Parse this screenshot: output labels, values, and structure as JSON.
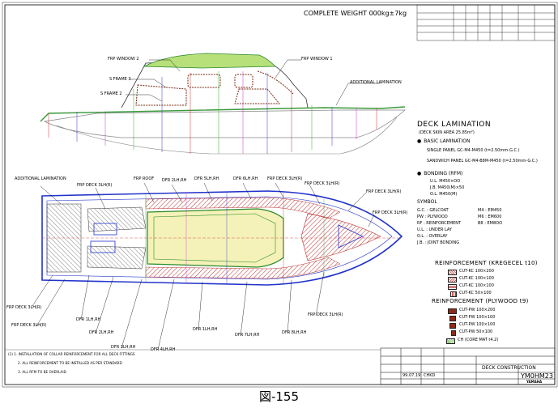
{
  "header": {
    "complete_weight": "COMPLETE WEIGHT 000kg±7kg"
  },
  "callouts": {
    "frp_window_2": "FRP WINDOW 2",
    "frp_window_1": "FRP WINDOW 1",
    "s_frame_3": "S FRAME 3",
    "s_frame_2": "S FRAME 2",
    "additional_lamination_top": "ADDITIONAL LAMINATION",
    "additional_lamination_left": "ADDITIONAL LAMINATION",
    "frp_deck_a": "FRP DECK 3LH(R)",
    "frp_roof": "FRP ROOF",
    "dfr_2lhrh_a": "DFR 2LH,RH",
    "dfr_5lhrh": "DFR 5LH,RH",
    "dfr_6lhrh": "DFR 6LH,RH",
    "frp_deck_b": "FRP DECK 3LH(R)",
    "frp_deck_c": "FRP DECK 3LH(R)",
    "frp_deck_d": "FRP DECK 3LH(R)",
    "frp_deck_e": "FRP DECK 3LH(R)",
    "frp_deck_f": "FRP DECK 3LH(R)",
    "dfr_1lhrh_a": "DFR 1LH,RH",
    "dfr_2lhrh_b": "DFR 2LH,RH",
    "dfr_3lhrh": "DFR 3LH,RH",
    "dfr_4lhrh": "DFR 4LH,RH",
    "dfr_1lhrh_b": "DFR 1LH,RH",
    "dfr_7lhrh": "DFR 7LH,RH",
    "dfr_8lhrh": "DFR 8LH,RH"
  },
  "specs": {
    "title": "DECK LAMINATION",
    "deck_area": "(DECK SKIN AREA   25.85m²)",
    "basic_lamination": "BASIC LAMINATION",
    "single_panel": "SINGLE PANEL    GC-M4-M450   (t=2.50mm-G.C.)",
    "sandwich_panel": "SANDWICH PANEL    GC-M4-B8M-M450 (t=2.50mm-G.C.)",
    "bonding": "BONDING (RFM)",
    "ul": "U.L.   M450×OO",
    "jb": "J.B.   M450(M)×50",
    "ol": "O.L.   M450(M)",
    "symbol": "SYMBOL",
    "sym_gc": "G.C. : GELCOAT",
    "sym_m4": "M4 : EM450",
    "sym_pw": "PW : PLYWOOD",
    "sym_m6": "M6 : EM600",
    "sym_rf": "RF : REINFORCEMENT",
    "sym_b8": "B8 : EM8OO",
    "sym_ul": "U.L. : UNDER LAY",
    "sym_ol": "O.L. : OVERLAY",
    "sym_jb": "J.B. : JOINT BONDING"
  },
  "reinforcement_kregecel": {
    "title": "REINFORCEMENT (KREGECEL t10)",
    "items": [
      "CUT-KC 100×200",
      "CUT-KC 100×100",
      "CUT-KC 100×100",
      "CUT-KC 50×100"
    ]
  },
  "reinforcement_plywood": {
    "title": "REINFORCEMENT (PLYWOOD t9)",
    "items": [
      "CUT-PW 100×200",
      "CUT-PW 100×100",
      "CUT-PW 100×100",
      "CUT-PW 50×100",
      "CH (CORE MAT t4.2)"
    ]
  },
  "notes": [
    "(1)  1.  INSTALLATION OF COLLAR REINFORCEMENT FOR ALL DECK FITTINGS",
    "2.  ALL REINFORCEMENT TO BE INSTALLED AS PER STANDARD",
    "3.  ALL RFM TO BE OVERLAID"
  ],
  "title_block": {
    "drawing_title": "DECK CONSTRUCTION",
    "drawing_no": "YM0HM23",
    "date": "99.07.19",
    "checked": "CHKD",
    "maker": "YAMAHA"
  },
  "caption": "図-155"
}
